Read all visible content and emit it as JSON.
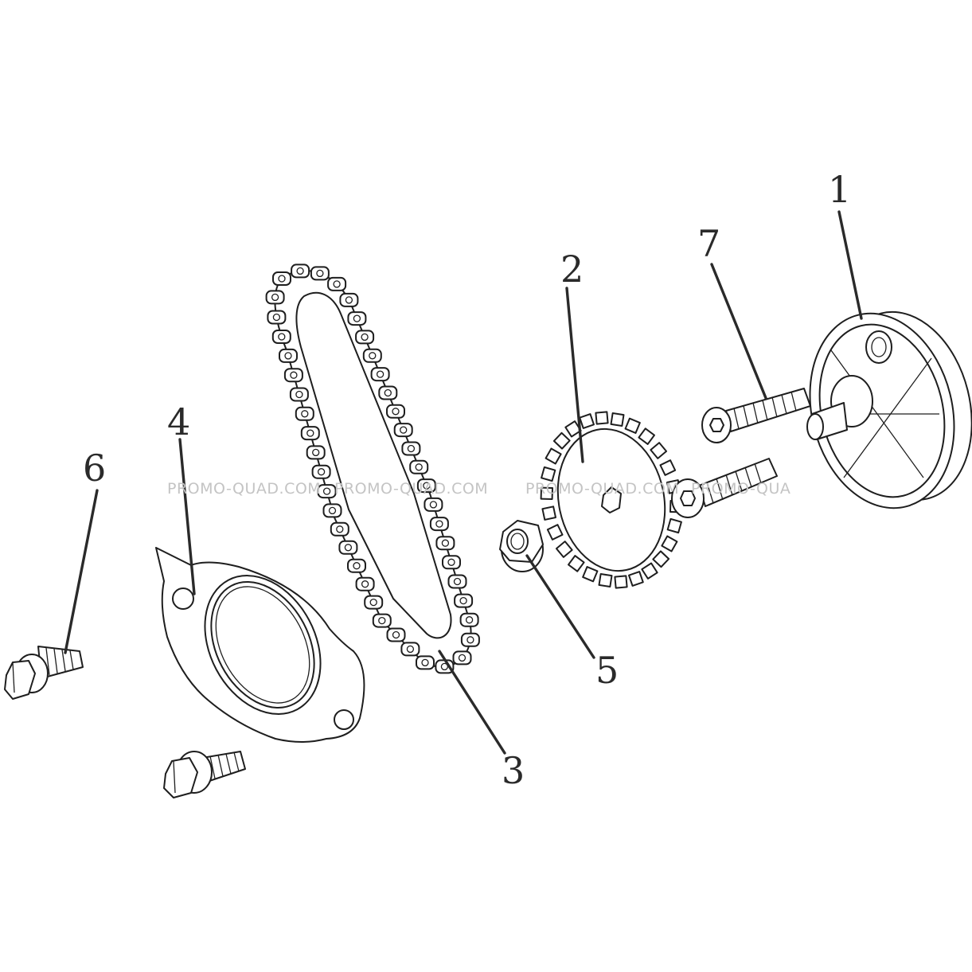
{
  "diagram": {
    "parts": [
      {
        "number": "1",
        "part": "oil-pump-housing"
      },
      {
        "number": "2",
        "part": "pump-sprocket"
      },
      {
        "number": "3",
        "part": "drive-chain"
      },
      {
        "number": "4",
        "part": "gasket"
      },
      {
        "number": "5",
        "part": "flange-nut"
      },
      {
        "number": "6",
        "part": "flange-bolt"
      },
      {
        "number": "7",
        "part": "button-head-screw"
      }
    ],
    "watermarks": [
      "PROMO-QUAD.COM",
      "PROMO-QUAD.COM",
      "PROMO-QUAD.COM",
      "PROMO-QUA"
    ],
    "colors": {
      "ink": "#1e1e1e",
      "background": "#ffffff",
      "watermark": "#c4c4c4"
    }
  }
}
